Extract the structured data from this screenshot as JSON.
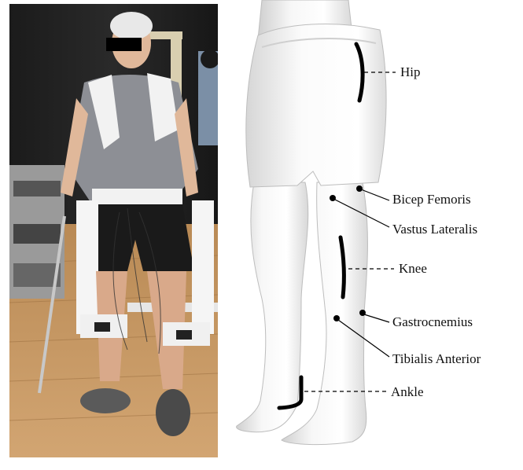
{
  "figure": {
    "labels": {
      "hip": "Hip",
      "bicep_femoris": "Bicep Femoris",
      "vastus_lateralis": "Vastus Lateralis",
      "knee": "Knee",
      "gastrocnemius": "Gastrocnemius",
      "tibialis_anterior": "Tibialis Anterior",
      "ankle": "Ankle"
    }
  }
}
